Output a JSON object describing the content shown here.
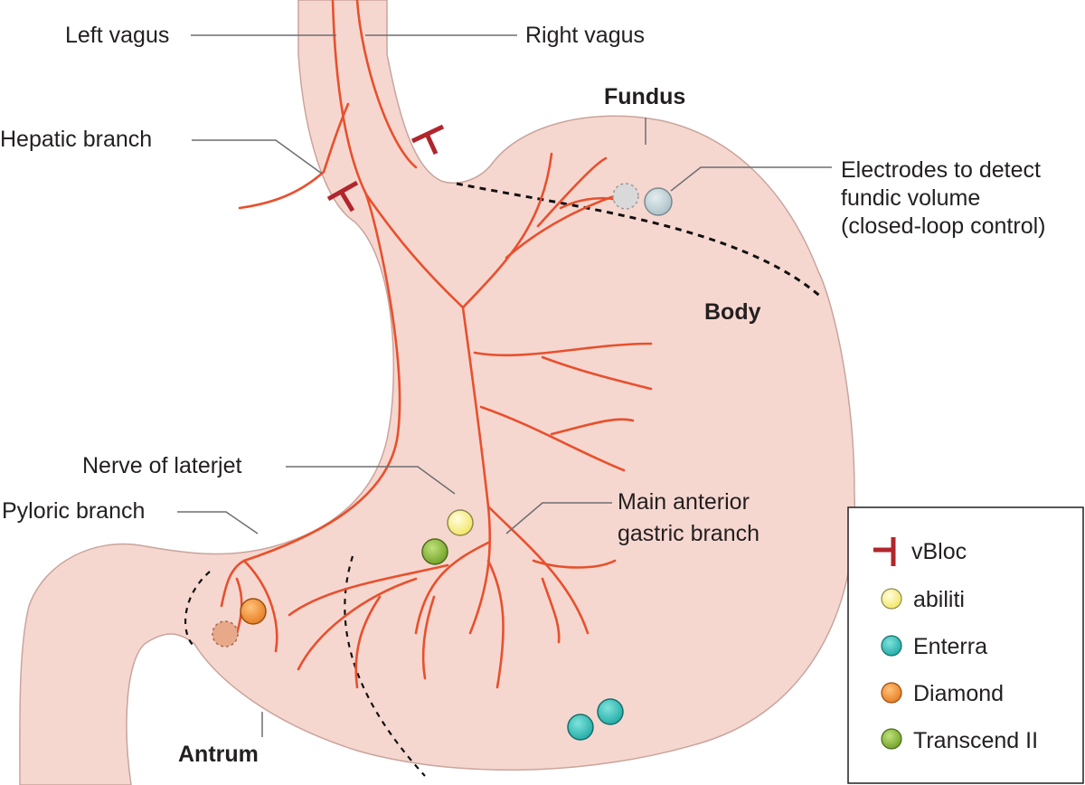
{
  "labels": {
    "left_vagus": "Left vagus",
    "right_vagus": "Right vagus",
    "fundus": "Fundus",
    "hepatic_branch": "Hepatic branch",
    "electrodes_line1": "Electrodes to detect",
    "electrodes_line2": "fundic volume",
    "electrodes_line3": "(closed-loop control)",
    "body": "Body",
    "nerve_of_laterjet": "Nerve of laterjet",
    "pyloric_branch": "Pyloric branch",
    "main_anterior_line1": "Main anterior",
    "main_anterior_line2": "gastric branch",
    "antrum": "Antrum"
  },
  "legend": {
    "items": [
      {
        "label": "vBloc",
        "symbol": "block-icon",
        "color": "#b0262c"
      },
      {
        "label": "abiliti",
        "symbol": "circle",
        "color": "#fbf39a"
      },
      {
        "label": "Enterra",
        "symbol": "circle",
        "color": "#34c2bd"
      },
      {
        "label": "Diamond",
        "symbol": "circle",
        "color": "#f2963f"
      },
      {
        "label": "Transcend II",
        "symbol": "circle",
        "color": "#8cbd3f"
      }
    ]
  },
  "colors": {
    "stomach_fill": "#f6d7d0",
    "stomach_outline": "#c9a49c",
    "nerve": "#e8502d",
    "vbloc": "#b0262c",
    "leader_line": "#6d6e71"
  }
}
